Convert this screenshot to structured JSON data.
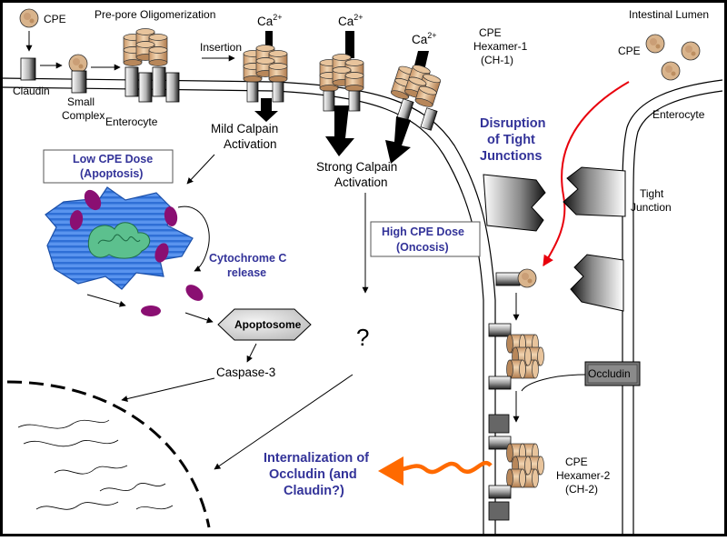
{
  "labels": {
    "cpe_top_left": "CPE",
    "claudin": "Claudin",
    "small_complex_1": "Small",
    "small_complex_2": "Complex",
    "pre_pore": "Pre-pore Oligomerization",
    "insertion": "Insertion",
    "ca": "Ca",
    "ca_superscript": "2+",
    "cpe_hexamer1_1": "CPE",
    "cpe_hexamer1_2": "Hexamer-1",
    "cpe_hexamer1_3": "(CH-1)",
    "intestinal_lumen": "Intestinal Lumen",
    "cpe_right": "CPE",
    "enterocyte_left": "Enterocyte",
    "enterocyte_right": "Enterocyte",
    "mild_calpain_1": "Mild Calpain",
    "mild_calpain_2": "Activation",
    "strong_calpain_1": "Strong Calpain",
    "strong_calpain_2": "Activation",
    "disruption_1": "Disruption",
    "disruption_2": "of Tight",
    "disruption_3": "Junctions",
    "tight_junction_1": "Tight",
    "tight_junction_2": "Junction",
    "low_dose_1": "Low CPE Dose",
    "low_dose_2": "(Apoptosis)",
    "high_dose_1": "High CPE Dose",
    "high_dose_2": "(Oncosis)",
    "cytochrome_1": "Cytochrome C",
    "cytochrome_2": "release",
    "apoptosome": "Apoptosome",
    "question": "?",
    "caspase": "Caspase-3",
    "occludin": "Occludin",
    "internalization_1": "Internalization of",
    "internalization_2": "Occludin (and",
    "internalization_3": "Claudin?)",
    "cpe_hexamer2_1": "CPE",
    "cpe_hexamer2_2": "Hexamer-2",
    "cpe_hexamer2_3": "(CH-2)"
  },
  "colors": {
    "cpe_fill": "#d9b48c",
    "cpe_dark": "#8c5a34",
    "blue_text": "#333399",
    "red_arrow": "#e8000c",
    "orange_arrow": "#ff6a00",
    "mito_purple": "#8a0f72",
    "cell_blue": "#3d7fe8",
    "er_green": "#4fb88a"
  }
}
